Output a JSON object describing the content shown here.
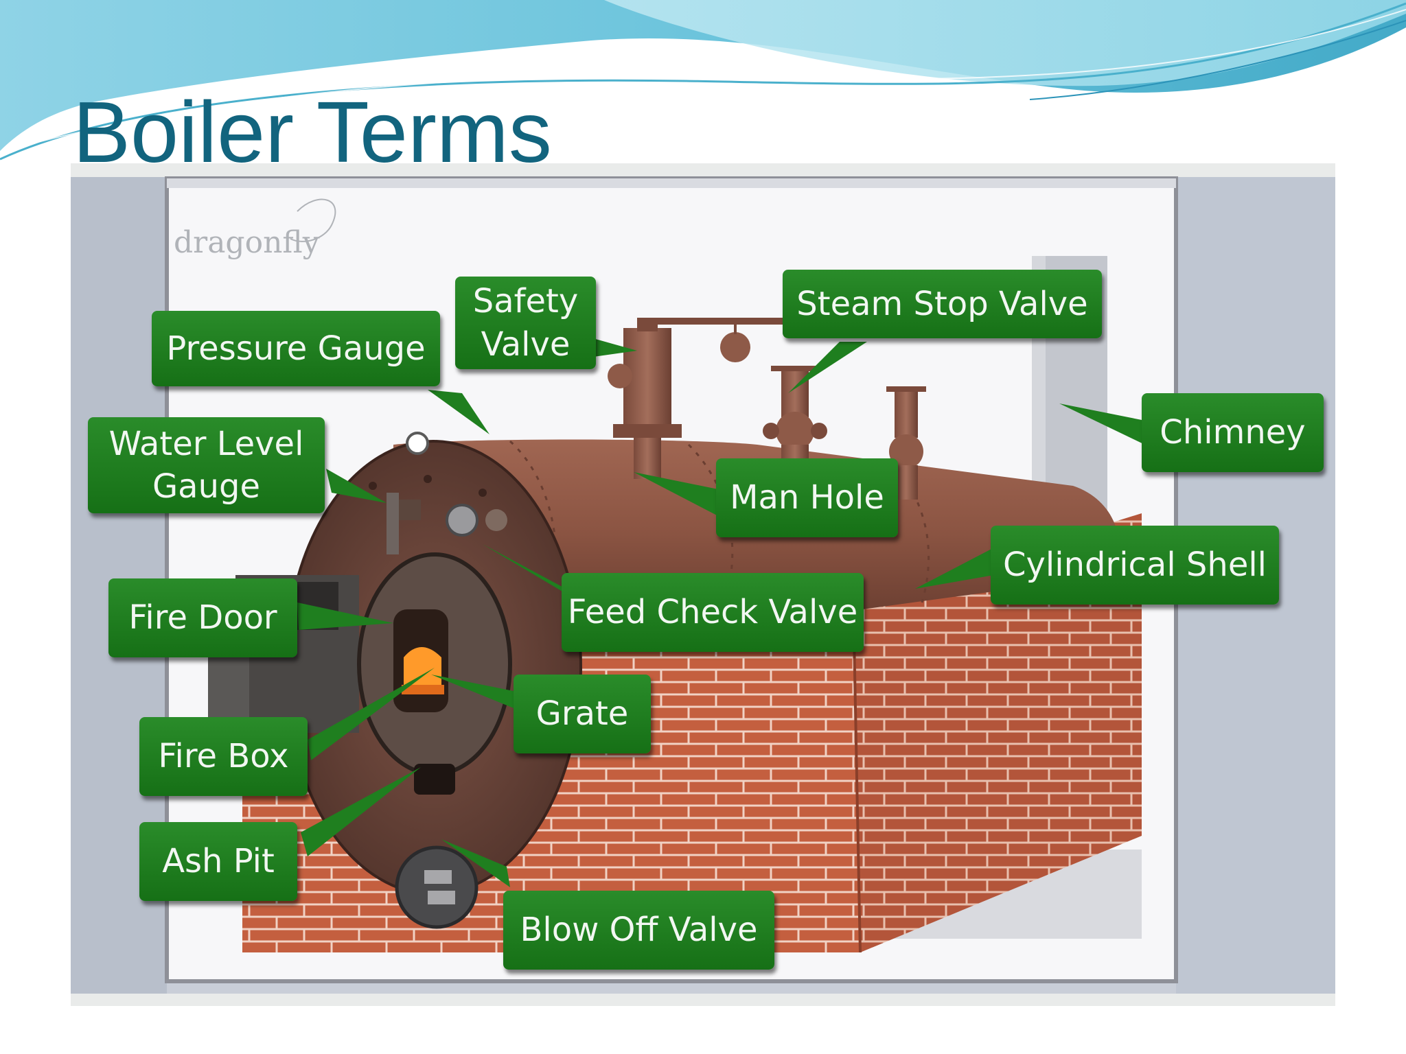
{
  "slide": {
    "title": "Boiler Terms"
  },
  "watermark": {
    "brand": "dragonfly"
  },
  "labels": {
    "safety_valve_line1": "Safety",
    "safety_valve_line2": "Valve",
    "steam_stop_valve": "Steam Stop Valve",
    "pressure_gauge": "Pressure Gauge",
    "water_level_gauge_line1": "Water Level",
    "water_level_gauge_line2": "Gauge",
    "chimney": "Chimney",
    "man_hole": "Man Hole",
    "cylindrical_shell": "Cylindrical Shell",
    "fire_door": "Fire Door",
    "feed_check_valve": "Feed Check Valve",
    "grate": "Grate",
    "fire_box": "Fire Box",
    "ash_pit": "Ash Pit",
    "blow_off_valve": "Blow Off Valve"
  },
  "colors": {
    "title": "#12647e",
    "label_bg": "#1f7f1f",
    "brick": "#c25e3e",
    "boiler_shell": "#8a5440",
    "wave": "#6fc9dd"
  }
}
